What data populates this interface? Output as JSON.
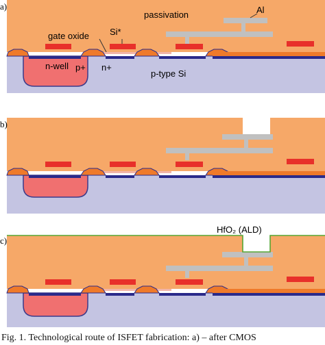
{
  "panels": [
    {
      "label": "a)"
    },
    {
      "label": "b)"
    },
    {
      "label": "c)"
    }
  ],
  "labels": {
    "passivation": "passivation",
    "al": "Al",
    "gate_oxide": "gate oxide",
    "si_star": "Si*",
    "n_well": "n-well",
    "p_plus": "p+",
    "n_plus": "n+",
    "p_type_si": "p-type Si",
    "hfo2": "HfO₂ (ALD)"
  },
  "caption": "Fig. 1. Technological route of ISFET fabrication: a) – after CMOS",
  "colors": {
    "passivation": "#f6a868",
    "substrate": "#c4c4e2",
    "n_well": "#f07070",
    "contact_pad": "#e8302a",
    "field_oxide": "#ef7a2a",
    "diffusion": "#2a2a8a",
    "metal": "#c0c0c0",
    "hfo2_film": "#55a532"
  }
}
